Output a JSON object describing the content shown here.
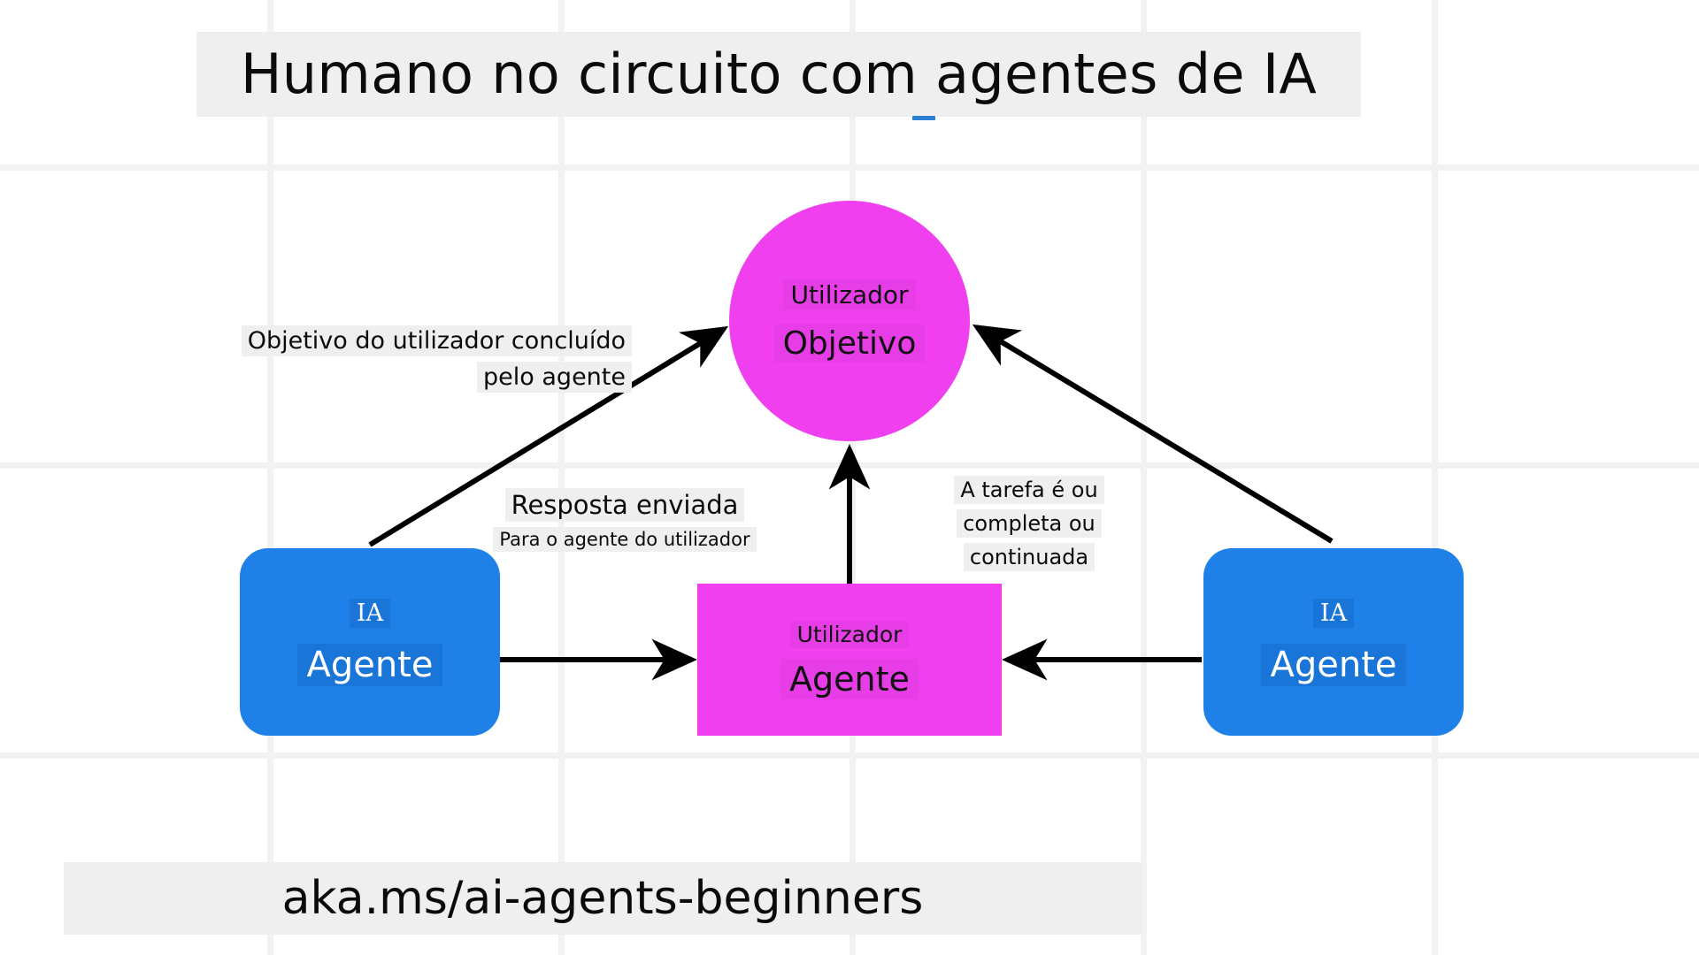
{
  "title": {
    "text": "Humano no circuito com agentes de IA"
  },
  "footer": {
    "text": "aka.ms/ai-agents-beginners"
  },
  "colors": {
    "magenta": "#ef3fef",
    "blue": "#1f80e8",
    "banner_bg": "#efefef",
    "grid_line": "#f2f2f2",
    "arrow": "#000000",
    "accent_underline": "#2a7fd4"
  },
  "nodes": {
    "user_goal": {
      "kind": "circle",
      "top_label": "Utilizador",
      "main_label": "Objetivo",
      "color": "#ef3fef"
    },
    "user_agent": {
      "kind": "rectangle",
      "top_label": "Utilizador",
      "main_label": "Agente",
      "color": "#ef3fef"
    },
    "ai_agent_left": {
      "kind": "rounded-rectangle",
      "top_label": "IA",
      "main_label": "Agente",
      "color": "#1f80e8"
    },
    "ai_agent_right": {
      "kind": "rounded-rectangle",
      "top_label": "IA",
      "main_label": "Agente",
      "color": "#1f80e8"
    }
  },
  "edge_labels": {
    "goal_completed": {
      "line1": "Objetivo do utilizador concluído",
      "line2": "pelo agente"
    },
    "response_sent": {
      "line1": "Resposta enviada",
      "line2": "Para o agente do utilizador"
    },
    "task_state": {
      "line1": "A tarefa é ou",
      "line2": "completa ou",
      "line3": "continuada"
    }
  },
  "edges": [
    {
      "name": "ai-left-to-user-goal",
      "from": "ai_agent_left",
      "to": "user_goal",
      "arrow": "end"
    },
    {
      "name": "ai-right-to-user-goal",
      "from": "ai_agent_right",
      "to": "user_goal",
      "arrow": "end"
    },
    {
      "name": "user-agent-to-user-goal",
      "from": "user_agent",
      "to": "user_goal",
      "arrow": "end"
    },
    {
      "name": "ai-left-to-user-agent",
      "from": "ai_agent_left",
      "to": "user_agent",
      "arrow": "end"
    },
    {
      "name": "ai-right-to-user-agent",
      "from": "ai_agent_right",
      "to": "user_agent",
      "arrow": "end"
    }
  ]
}
